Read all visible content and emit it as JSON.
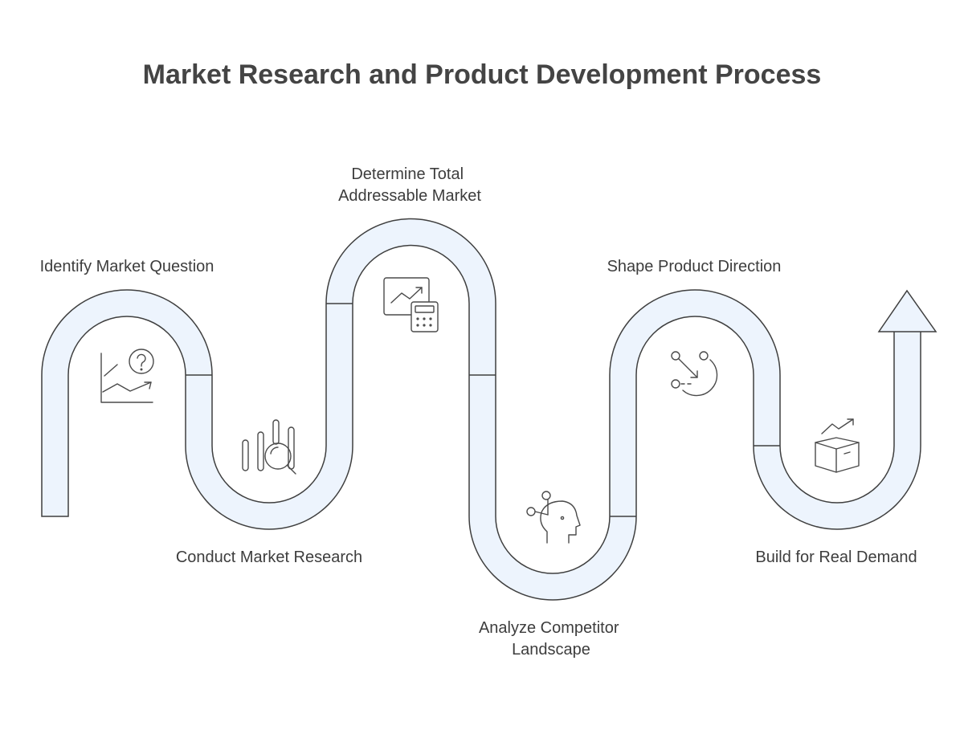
{
  "title": "Market Research and Product Development Process",
  "steps": [
    {
      "lines": [
        "Identify Market Question"
      ],
      "icon": "chart-question-icon"
    },
    {
      "lines": [
        "Conduct Market Research"
      ],
      "icon": "magnifier-bars-icon"
    },
    {
      "lines": [
        "Determine Total",
        "Addressable Market"
      ],
      "icon": "chart-calculator-icon"
    },
    {
      "lines": [
        "Analyze Competitor",
        "Landscape"
      ],
      "icon": "head-network-icon"
    },
    {
      "lines": [
        "Shape Product Direction"
      ],
      "icon": "direction-arrows-icon"
    },
    {
      "lines": [
        "Build for Real Demand"
      ],
      "icon": "box-growth-icon"
    }
  ]
}
